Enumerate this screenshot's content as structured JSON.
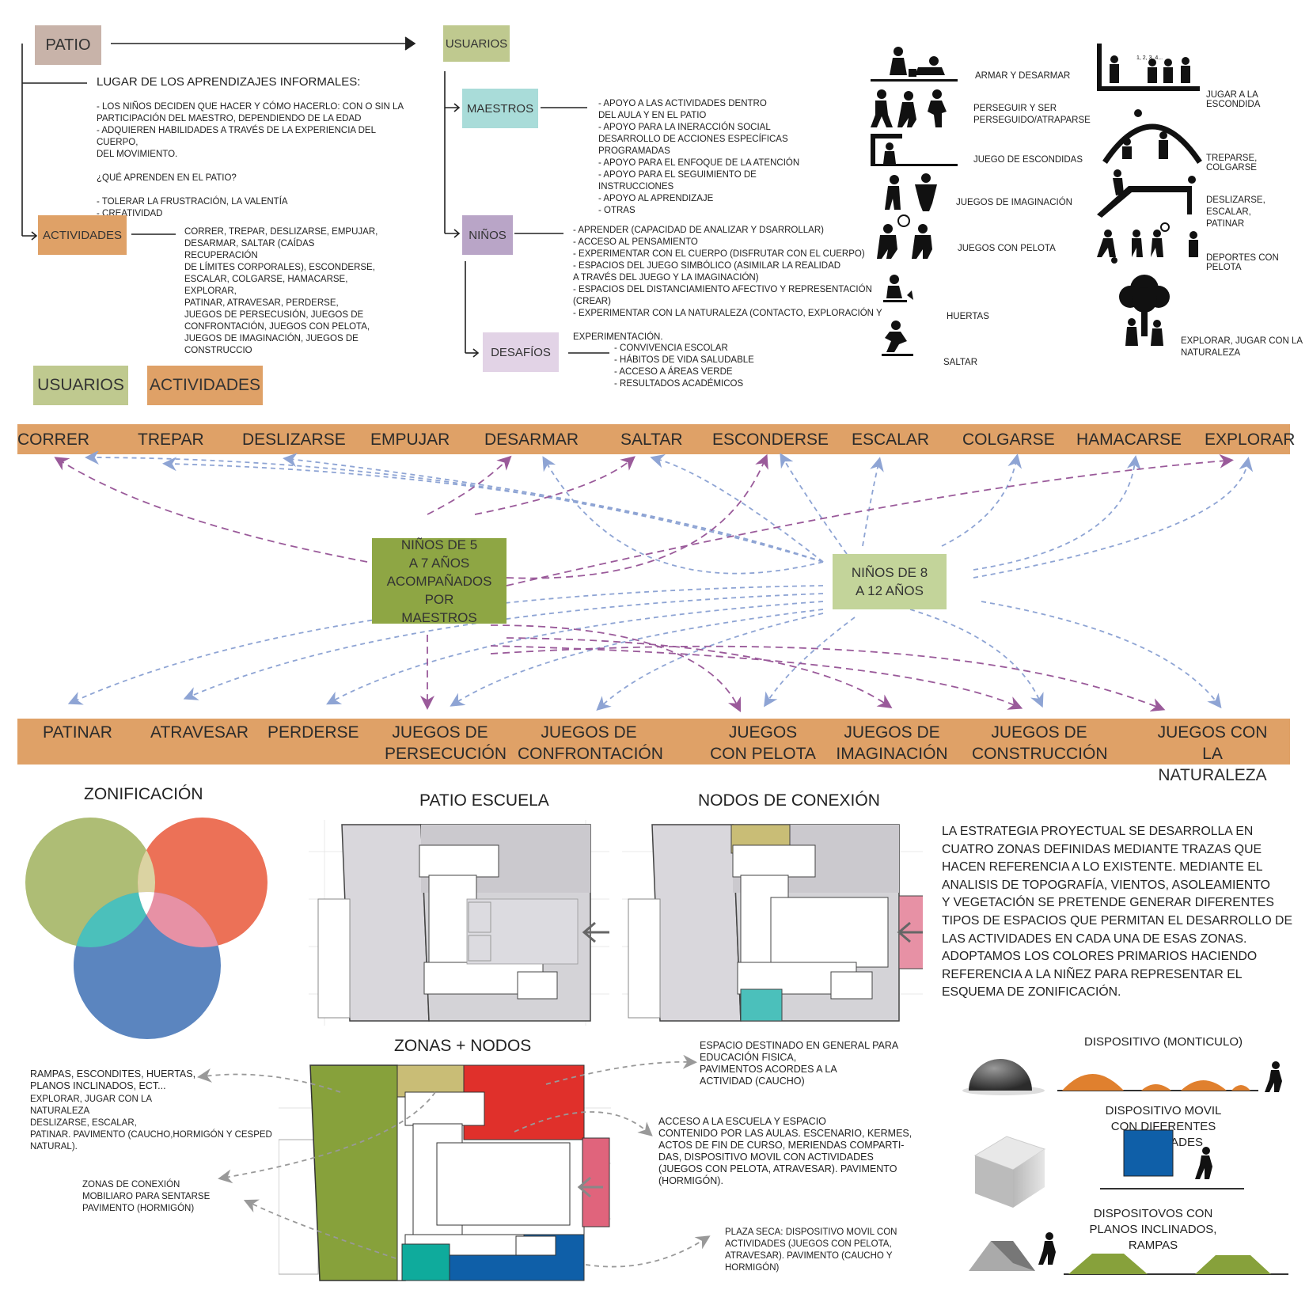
{
  "header": {
    "patio": "PATIO",
    "usuarios": "USUARIOS",
    "lugar": "LUGAR DE LOS APRENDIZAJES INFORMALES:",
    "lugar_text": "- LOS NIÑOS DECIDEN QUE HACER Y CÓMO HACERLO: CON O SIN LA\n   PARTICIPACIÓN DEL MAESTRO, DEPENDIENDO DE LA EDAD\n- ADQUIEREN HABILIDADES A TRAVÉS DE LA EXPERIENCIA DEL CUERPO,\n   DEL MOVIMIENTO.\n\n¿QUÉ APRENDEN EN EL PATIO?\n\n- TOLERAR LA FRUSTRACIÓN, LA VALENTÍA\n- CREATIVIDAD",
    "actividades": "ACTIVIDADES",
    "actividades_text": "CORRER, TREPAR, DESLIZARSE, EMPUJAR,\nDESARMAR, SALTAR (CAÍDAS RECUPERACIÓN\nDE LÍMITES CORPORALES), ESCONDERSE,\nESCALAR, COLGARSE, HAMACARSE, EXPLORAR,\nPATINAR, ATRAVESAR, PERDERSE,\nJUEGOS DE PERSECUSIÓN, JUEGOS DE\nCONFRONTACIÓN, JUEGOS CON PELOTA,\nJUEGOS DE IMAGINACIÓN, JUEGOS DE\nCONSTRUCCIO",
    "maestros": "MAESTROS",
    "maestros_text": "- APOYO A LAS ACTIVIDADES DENTRO\n  DEL AULA Y EN EL PATIO\n- APOYO PARA LA INERACCIÓN SOCIAL\n  DESARROLLO DE ACCIONES ESPECÍFICAS\n  PROGRAMADAS\n- APOYO PARA EL ENFOQUE DE LA ATENCIÓN\n- APOYO PARA EL SEGUIMIENTO DE INSTRUCCIONES\n- APOYO AL APRENDIZAJE\n- OTRAS",
    "ninos": "NIÑOS",
    "ninos_text": "- APRENDER (CAPACIDAD DE ANALIZAR Y DSARROLLAR)\n- ACCESO AL PENSAMIENTO\n- EXPERIMENTAR CON EL CUERPO (DISFRUTAR CON EL CUERPO)\n- ESPACIOS DEL JUEGO SIMBÓLICO (ASIMILAR LA REALIDAD\n   A TRAVÉS DEL JUEGO Y LA IMAGINACIÓN)\n- ESPACIOS DEL DISTANCIAMIENTO AFECTIVO Y REPRESENTACIÓN (CREAR)\n- EXPERIMENTAR CON LA NATURALEZA (CONTACTO, EXPLORACIÓN Y\n\n   EXPERIMENTACIÓN.",
    "desafios": "DESAFÍOS",
    "desafios_text": "- CONVIVENCIA ESCOLAR\n- HÁBITOS DE VIDA SALUDABLE\n- ACCESO A ÁREAS VERDE\n- RESULTADOS ACADÉMICOS"
  },
  "pictograms": {
    "left": [
      "ARMAR Y DESARMAR",
      "PERSEGUIR Y SER\nPERSEGUIDO/ATRAPARSE",
      "JUEGO DE ESCONDIDAS",
      "JUEGOS DE IMAGINACIÓN",
      "JUEGOS CON PELOTA",
      "HUERTAS",
      "SALTAR"
    ],
    "right": [
      "JUGAR A LA ESCONDIDA",
      "TREPARSE, COLGARSE",
      "DESLIZARSE, ESCALAR,\nPATINAR",
      "DEPORTES CON PELOTA",
      "EXPLORAR, JUGAR CON LA\nNATURALEZA"
    ],
    "count_text": "1, 2, 3, 4..."
  },
  "legend": {
    "usuarios": "USUARIOS",
    "actividades": "ACTIVIDADES"
  },
  "top_band": [
    "CORRER",
    "TREPAR",
    "DESLIZARSE",
    "EMPUJAR",
    "DESARMAR",
    "SALTAR",
    "ESCONDERSE",
    "ESCALAR",
    "COLGARSE",
    "HAMACARSE",
    "EXPLORAR"
  ],
  "bottom_band": [
    "PATINAR",
    "ATRAVESAR",
    "PERDERSE",
    "JUEGOS DE\nPERSECUCIÓN",
    "JUEGOS DE\nCONFRONTACIÓN",
    "JUEGOS\nCON PELOTA",
    "JUEGOS DE\nIMAGINACIÓN",
    "JUEGOS DE\nCONSTRUCCIÓN",
    "JUEGOS CON\nLA NATURALEZA"
  ],
  "groups": {
    "young": "NIÑOS DE 5\nA 7 AÑOS\nACOMPAÑADOS POR\nMAESTROS",
    "old": "NIÑOS DE 8\nA 12 AÑOS"
  },
  "zoning": {
    "zonificacion": "ZONIFICACIÓN",
    "patio_escuela": "PATIO ESCUELA",
    "nodos": "NODOS DE CONEXIÓN",
    "zonas_nodos": "ZONAS + NODOS",
    "estrategia": "LA ESTRATEGIA PROYECTUAL SE DESARROLLA EN\nCUATRO ZONAS DEFINIDAS MEDIANTE TRAZAS QUE\nHACEN REFERENCIA A LO EXISTENTE. MEDIANTE EL\nANALISIS DE TOPOGRAFÍA, VIENTOS, ASOLEAMIENTO\nY VEGETACIÓN SE PRETENDE GENERAR DIFERENTES\nTIPOS DE ESPACIOS QUE PERMITAN EL DESARROLLO DE\nLAS ACTIVIDADES EN CADA UNA DE ESAS ZONAS.\nADOPTAMOS LOS COLORES PRIMARIOS HACIENDO\nREFERENCIA A LA NIÑEZ PARA REPRESENTAR EL\nESQUEMA DE ZONIFICACIÓN.",
    "note_green": "RAMPAS, ESCONDITES, HUERTAS,\nPLANOS INCLINADOS, ECT...",
    "note_green2": "EXPLORAR, JUGAR CON LA\nNATURALEZA\nDESLIZARSE, ESCALAR,\nPATINAR. PAVIMENTO (CAUCHO,HORMIGÓN Y CESPED\nNATURAL).",
    "note_nodes": "ZONAS DE CONEXIÓN\nMOBILIARO PARA SENTARSE\nPAVIMENTO (HORMIGÓN)",
    "note_red": "ESPACIO DESTINADO EN GENERAL PARA\nEDUCACIÓN FISICA,\nPAVIMENTOS ACORDES A LA\nACTIVIDAD (CAUCHO)",
    "note_pink": "ACCESO A LA ESCUELA Y ESPACIO\nCONTENIDO POR LAS AULAS. ESCENARIO, KERMES,\nACTOS DE FIN DE CURSO, MERIENDAS COMPARTI-\nDAS, DISPOSITIVO MOVIL CON ACTIVIDADES\n(JUEGOS CON PELOTA, ATRAVESAR). PAVIMENTO\n(HORMIGÓN).",
    "note_blue": "PLAZA SECA: DISPOSITIVO MOVIL CON\nACTIVIDADES (JUEGOS CON PELOTA,\nATRAVESAR).  PAVIMENTO (CAUCHO Y\nHORMIGÓN)"
  },
  "devices": {
    "monticulo": "DISPOSITIVO (MONTICULO)",
    "movil": "DISPOSITIVO MOVIL\nCON DIFERENTES ACTIVIDADES",
    "planos": "DISPOSITOVOS CON\nPLANOS INCLINADOS,\nRAMPAS"
  },
  "colors": {
    "patio": "#c8b3a9",
    "usuarios": "#bfc98f",
    "maestros": "#a9dcd9",
    "ninos": "#b9a5c7",
    "desafios": "#e2d3e6",
    "actividades": "#dfa167",
    "young": "#8ea644",
    "old": "#c3d49a",
    "zone_green": "#87a13b",
    "zone_red": "#e0302b",
    "zone_pink": "#e0647c",
    "zone_blue": "#0f5fa8",
    "zone_teal": "#0fab9c",
    "zone_yellow": "#c9bd76",
    "arrow_blue": "#8ea4d4",
    "arrow_purple": "#9a5a9a"
  }
}
